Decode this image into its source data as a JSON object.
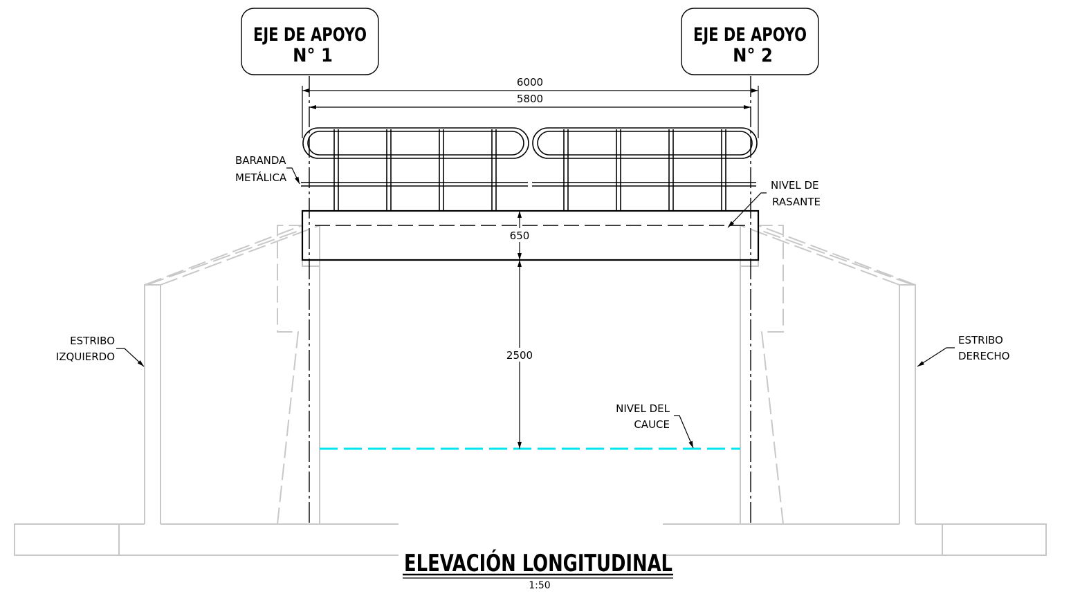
{
  "axis_labels": {
    "left": {
      "line1": "EJE DE APOYO",
      "line2": "N° 1"
    },
    "right": {
      "line1": "EJE DE APOYO",
      "line2": "N° 2"
    }
  },
  "dimensions": {
    "total_span": "6000",
    "clear_span": "5800",
    "deck_depth": "650",
    "clearance": "2500"
  },
  "labels": {
    "railing": {
      "line1": "BARANDA",
      "line2": "METÁLICA"
    },
    "grade_level": {
      "line1": "NIVEL DE",
      "line2": "RASANTE"
    },
    "left_abutment": {
      "line1": "ESTRIBO",
      "line2": "IZQUIERDO"
    },
    "right_abutment": {
      "line1": "ESTRIBO",
      "line2": "DERECHO"
    },
    "riverbed_level": {
      "line1": "NIVEL DEL",
      "line2": "CAUCE"
    }
  },
  "title": "ELEVACIÓN LONGITUDINAL",
  "scale": "1:50",
  "colors": {
    "lines": "#000000",
    "abutment": "#c8c8c8",
    "riverbed": "#00e5ee"
  }
}
